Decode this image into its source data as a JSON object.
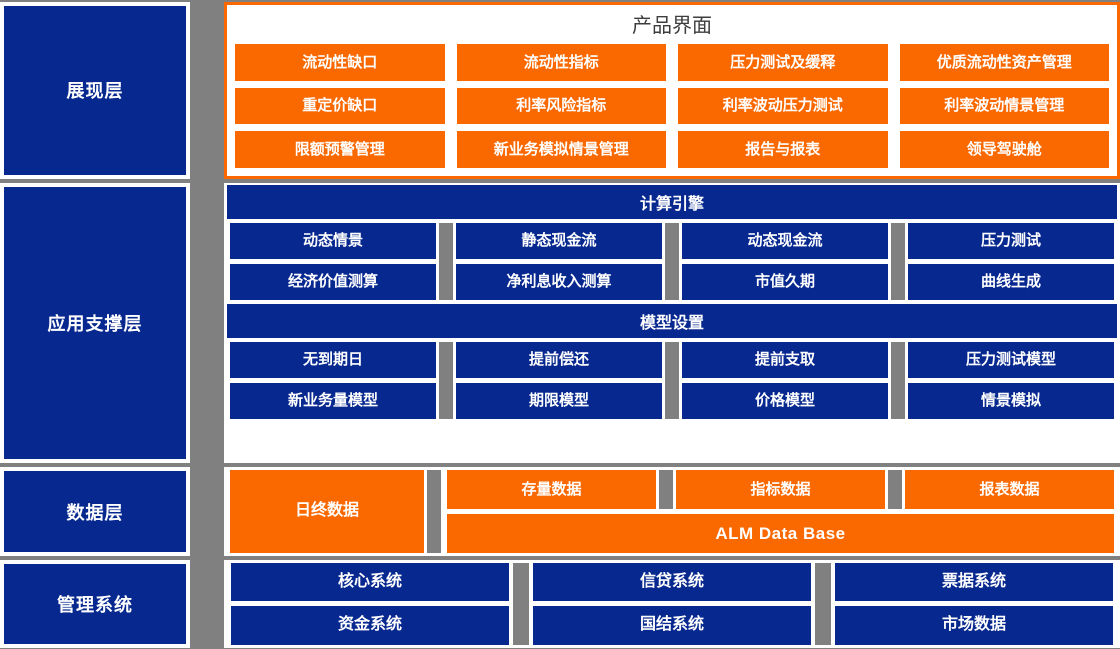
{
  "colors": {
    "blue": "#07288f",
    "orange": "#FA6800",
    "gray": "#808080",
    "white": "#ffffff",
    "title_text": "#3d3d3d"
  },
  "layers": [
    {
      "name": "展现层"
    },
    {
      "name": "应用支撑层"
    },
    {
      "name": "数据层"
    },
    {
      "name": "管理系统"
    }
  ],
  "presentation": {
    "title": "产品界面",
    "items": [
      "流动性缺口",
      "流动性指标",
      "压力测试及缓释",
      "优质流动性资产管理",
      "重定价缺口",
      "利率风险指标",
      "利率波动压力测试",
      "利率波动情景管理",
      "限额预警管理",
      "新业务模拟情景管理",
      "报告与报表",
      "领导驾驶舱"
    ]
  },
  "app_support": {
    "engine_bar": "计算引擎",
    "engine_columns": [
      {
        "items": [
          "动态情景",
          "经济价值测算"
        ]
      },
      {
        "items": [
          "静态现金流",
          "净利息收入测算"
        ]
      },
      {
        "items": [
          "动态现金流",
          "市值久期"
        ]
      },
      {
        "items": [
          "压力测试",
          "曲线生成"
        ]
      }
    ],
    "model_bar": "模型设置",
    "model_columns": [
      {
        "items": [
          "无到期日",
          "新业务量模型"
        ]
      },
      {
        "items": [
          "提前偿还",
          "期限模型"
        ]
      },
      {
        "items": [
          "提前支取",
          "价格模型"
        ]
      },
      {
        "items": [
          "压力测试模型",
          "情景模拟"
        ]
      }
    ]
  },
  "data_layer": {
    "primary": "日终数据",
    "sources": [
      "存量数据",
      "指标数据",
      "报表数据"
    ],
    "database": "ALM Data Base"
  },
  "management": {
    "columns": [
      {
        "items": [
          "核心系统",
          "资金系统"
        ]
      },
      {
        "items": [
          "信贷系统",
          "国结系统"
        ]
      },
      {
        "items": [
          "票据系统",
          "市场数据"
        ]
      }
    ]
  }
}
